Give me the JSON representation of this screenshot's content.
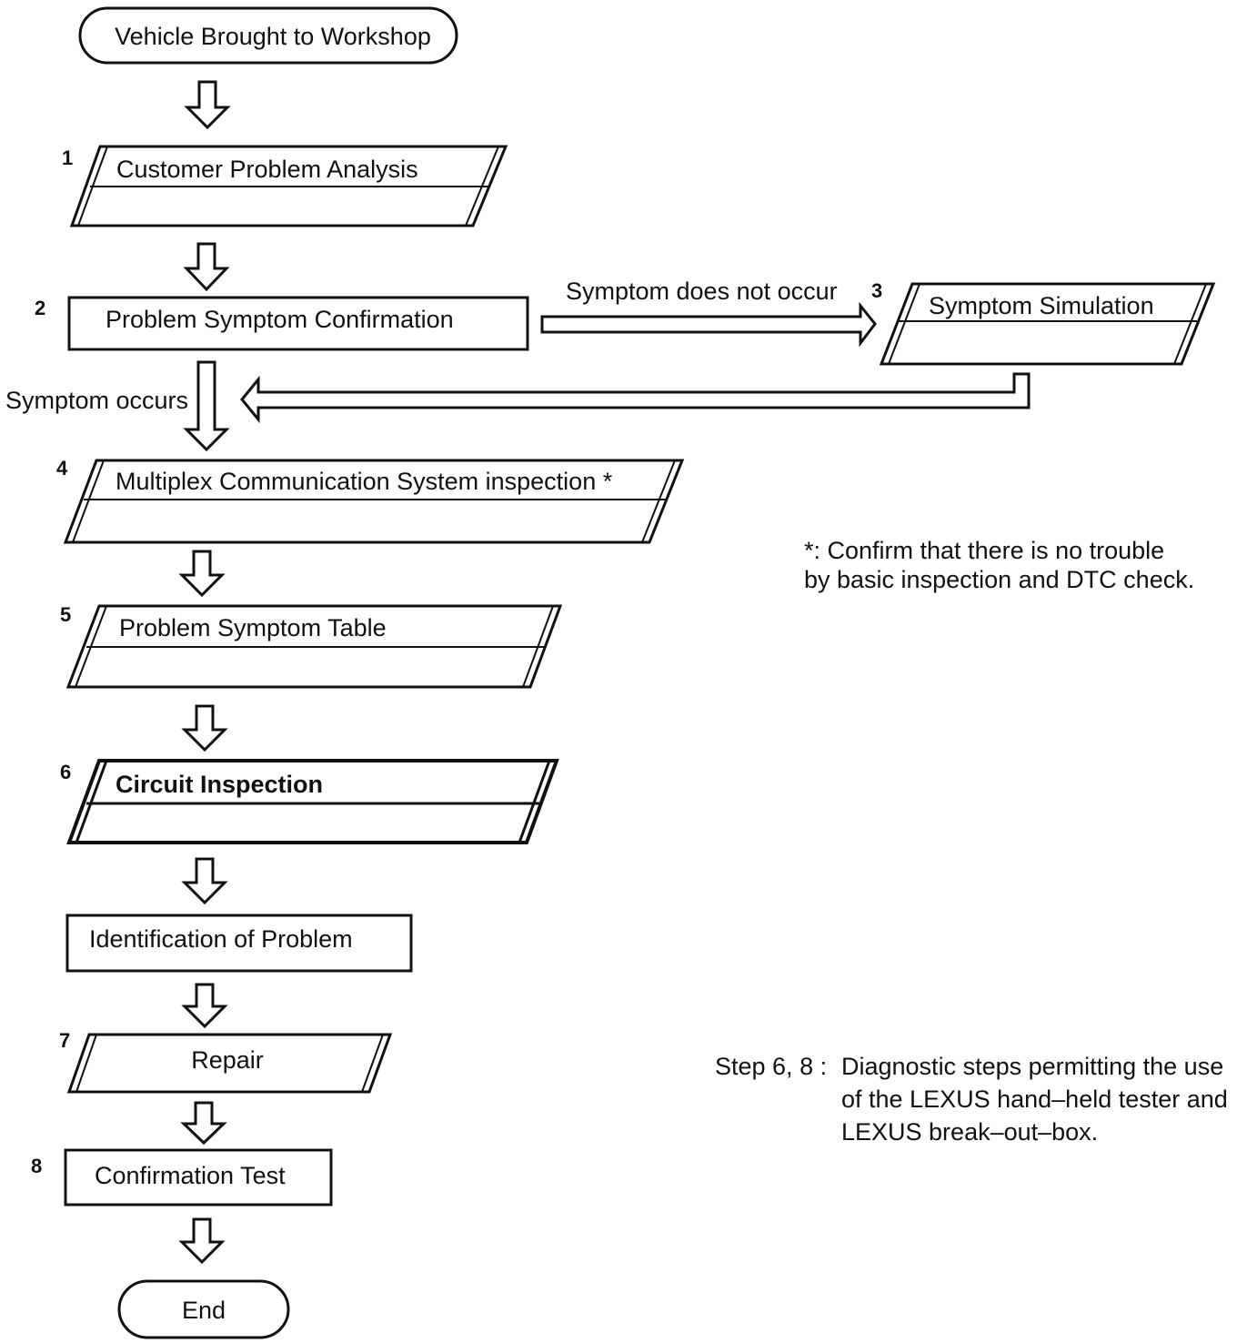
{
  "diagram": {
    "start": "Vehicle Brought to Workshop",
    "end": "End",
    "steps": [
      {
        "number": "1",
        "label": "Customer Problem Analysis"
      },
      {
        "number": "2",
        "label": "Problem Symptom Confirmation"
      },
      {
        "number": "3",
        "label": "Symptom Simulation"
      },
      {
        "number": "4",
        "label": "Multiplex Communication System inspection *"
      },
      {
        "number": "5",
        "label": "Problem Symptom Table"
      },
      {
        "number": "6",
        "label": "Circuit Inspection"
      },
      {
        "number": "",
        "label": "Identification of Problem"
      },
      {
        "number": "7",
        "label": "Repair"
      },
      {
        "number": "8",
        "label": "Confirmation Test"
      }
    ],
    "branches": {
      "not_occur": "Symptom does not occur",
      "occurs": "Symptom occurs"
    },
    "notes": {
      "asterisk": [
        "*: Confirm that there is no trouble",
        "by basic inspection and DTC check."
      ],
      "steps_label": "Step 6, 8 :",
      "steps_text": [
        "Diagnostic steps permitting the use",
        "of the LEXUS hand–held tester and",
        "LEXUS break–out–box."
      ]
    }
  }
}
